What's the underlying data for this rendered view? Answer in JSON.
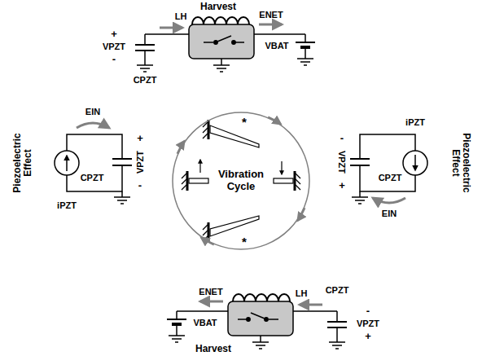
{
  "diagram": {
    "nodes": [
      {
        "text": [
          "Vibration Cycle"
        ]
      }
    ],
    "labels": [
      "Harvest",
      "LH",
      "ENET",
      "VPZT",
      "+",
      "-",
      "CPZT",
      "VBAT",
      "*",
      "Piezoelectric Effect",
      "iPZT",
      "EIN",
      "+",
      "VPZT",
      "-",
      "CPZT",
      "Piezoelectric Effect",
      "iPZT",
      "CPZT",
      "-",
      "VPZT",
      "+",
      "EIN",
      "*",
      "ENET",
      "LH",
      "VBAT",
      "CPZT",
      "-",
      "VPZT",
      "+",
      "Harvest"
    ]
  }
}
